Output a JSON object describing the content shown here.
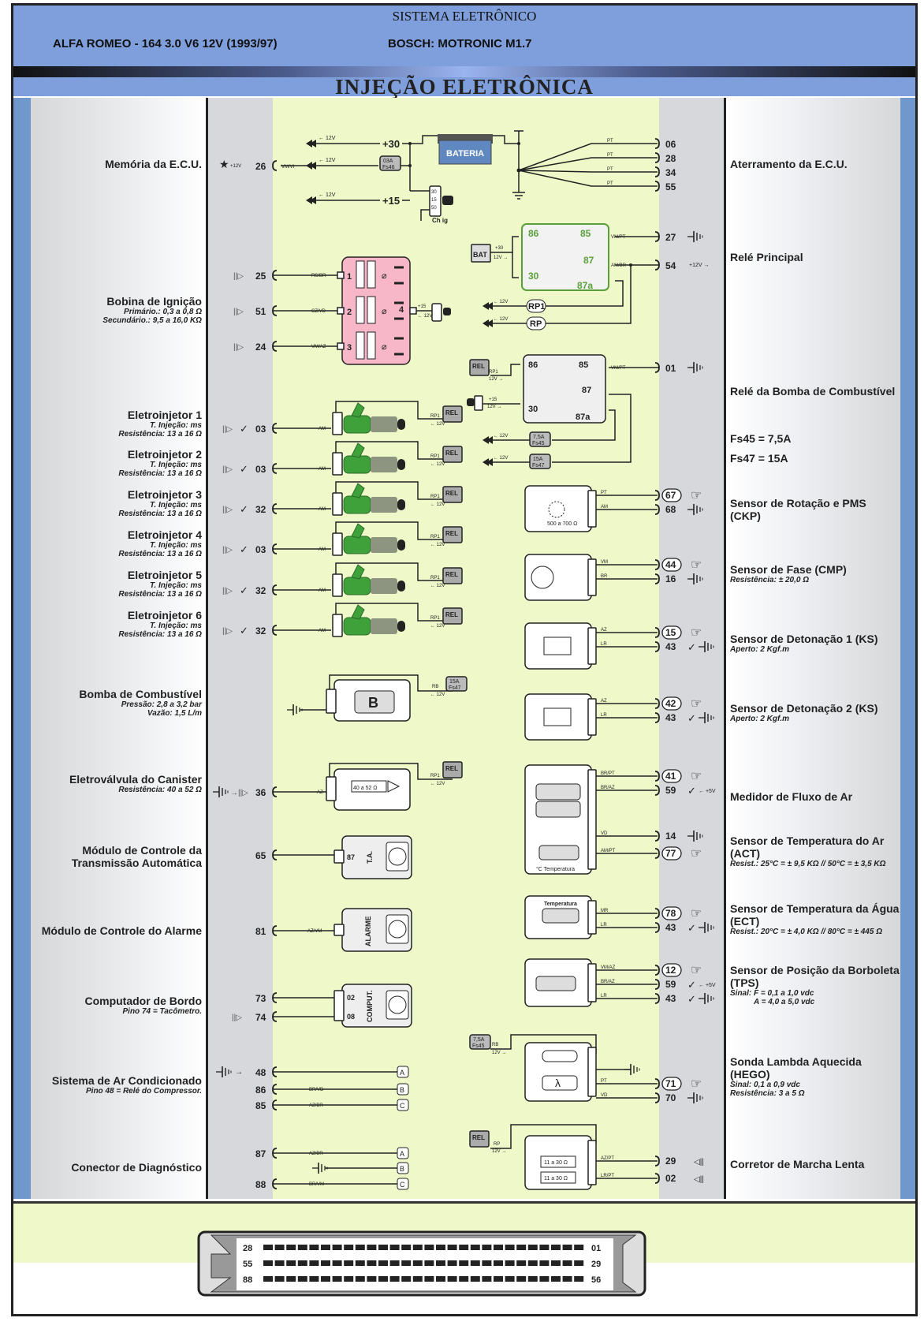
{
  "header": {
    "system": "SISTEMA ELETRÔNICO",
    "vehicle": "ALFA ROMEO - 164 3.0 V6 12V (1993/97)",
    "ecu": "BOSCH: MOTRONIC M1.7",
    "title": "INJEÇÃO ELETRÔNICA"
  },
  "colors": {
    "header_blue": "#7f9fdc",
    "side_strip": "#7198cc",
    "diagram_bg": "#eef8c8",
    "pin_column": "#d7d8dc",
    "coil_pink": "#f7b7c9",
    "relay_green": "#5aa03a",
    "battery_blue": "#5f88c0"
  },
  "left_components": [
    {
      "name": "Memória da E.C.U.",
      "specs": [],
      "pins": [
        {
          "num": "26",
          "wire": "VM/VI",
          "symbol": "★ +12V"
        }
      ]
    },
    {
      "name": "Bobina de Ignição",
      "specs": [
        "Primário.: 0,3 a 0,8 Ω",
        "Secundário.: 9,5 a 16,0 KΩ"
      ],
      "pins": [
        {
          "num": "25",
          "wire": "RS/BR",
          "symbol": "||▷"
        },
        {
          "num": "51",
          "wire": "CZ/VD",
          "symbol": "||▷"
        },
        {
          "num": "24",
          "wire": "VM/AZ",
          "symbol": "||▷"
        }
      ]
    },
    {
      "name": "Eletroinjetor 1",
      "specs": [
        "T. Injeção: ms",
        "Resistência: 13 a 16 Ω"
      ],
      "pins": [
        {
          "num": "03",
          "wire": "AM",
          "symbol": "||▷ ✓"
        }
      ]
    },
    {
      "name": "Eletroinjetor 2",
      "specs": [
        "T. Injeção: ms",
        "Resistência: 13 a 16 Ω"
      ],
      "pins": [
        {
          "num": "03",
          "wire": "AM",
          "symbol": "||▷ ✓"
        }
      ]
    },
    {
      "name": "Eletroinjetor 3",
      "specs": [
        "T. Injeção: ms",
        "Resistência: 13 a 16 Ω"
      ],
      "pins": [
        {
          "num": "32",
          "wire": "AM",
          "symbol": "||▷ ✓"
        }
      ]
    },
    {
      "name": "Eletroinjetor 4",
      "specs": [
        "T. Injeção: ms",
        "Resistência: 13 a 16 Ω"
      ],
      "pins": [
        {
          "num": "03",
          "wire": "AM",
          "symbol": "||▷ ✓"
        }
      ]
    },
    {
      "name": "Eletroinjetor 5",
      "specs": [
        "T. Injeção: ms",
        "Resistência: 13 a 16 Ω"
      ],
      "pins": [
        {
          "num": "32",
          "wire": "AM",
          "symbol": "||▷ ✓"
        }
      ]
    },
    {
      "name": "Eletroinjetor 6",
      "specs": [
        "T. Injeção: ms",
        "Resistência: 13 a 16 Ω"
      ],
      "pins": [
        {
          "num": "32",
          "wire": "AM",
          "symbol": "||▷ ✓"
        }
      ]
    },
    {
      "name": "Bomba de Combustível",
      "specs": [
        "Pressão: 2,8 a 3,2 bar",
        "Vazão: 1,5 L/m"
      ],
      "pins": []
    },
    {
      "name": "Eletroválvula do Canister",
      "specs": [
        "Resistência: 40 a 52 Ω"
      ],
      "pins": [
        {
          "num": "36",
          "wire": "AZ",
          "symbol": "⏚→||▷"
        }
      ]
    },
    {
      "name": "Módulo de Controle da Transmissão Automática",
      "specs": [],
      "pins": [
        {
          "num": "65",
          "wire": "",
          "symbol": ""
        }
      ]
    },
    {
      "name": "Módulo de Controle do Alarme",
      "specs": [],
      "pins": [
        {
          "num": "81",
          "wire": "AZ/VM",
          "symbol": ""
        }
      ]
    },
    {
      "name": "Computador de Bordo",
      "specs": [
        "Pino 74 = Tacômetro."
      ],
      "pins": [
        {
          "num": "73",
          "wire": "",
          "symbol": ""
        },
        {
          "num": "74",
          "wire": "",
          "symbol": "||▷"
        }
      ]
    },
    {
      "name": "Sistema de Ar Condicionado",
      "specs": [
        "Pino 48 = Relé do Compressor."
      ],
      "pins": [
        {
          "num": "48",
          "wire": "",
          "symbol": "⏚→"
        },
        {
          "num": "86",
          "wire": "BR/VD",
          "symbol": ""
        },
        {
          "num": "85",
          "wire": "AZ/BR",
          "symbol": ""
        }
      ]
    },
    {
      "name": "Conector de Diagnóstico",
      "specs": [],
      "pins": [
        {
          "num": "87",
          "wire": "AZ/BR",
          "symbol": ""
        },
        {
          "num": "88",
          "wire": "BR/VM",
          "symbol": ""
        }
      ]
    }
  ],
  "right_components": [
    {
      "name": "Aterramento da E.C.U.",
      "specs": [],
      "pins": [
        {
          "num": "06",
          "wire": "PT"
        },
        {
          "num": "28",
          "wire": "PT"
        },
        {
          "num": "34",
          "wire": "PT"
        },
        {
          "num": "55",
          "wire": "PT"
        }
      ]
    },
    {
      "name": "Relé Principal",
      "specs": [],
      "pins": [
        {
          "num": "27",
          "wire": "VM/PT",
          "symbol": "ground"
        },
        {
          "num": "54",
          "wire": "AM/BR",
          "symbol": "+12V →"
        }
      ]
    },
    {
      "name": "Relé da Bomba de Combustível",
      "specs": [],
      "pins": [
        {
          "num": "01",
          "wire": "VM/PT",
          "symbol": "ground"
        }
      ]
    },
    {
      "name": "Fs45 = 7,5A",
      "specs": [],
      "pins": []
    },
    {
      "name": "Fs47 = 15A",
      "specs": [],
      "pins": []
    },
    {
      "name": "Sensor de Rotação e PMS (CKP)",
      "specs": [],
      "pins": [
        {
          "num": "67",
          "wire": "PT",
          "symbol": "scope"
        },
        {
          "num": "68",
          "wire": "AM",
          "symbol": "ground"
        }
      ],
      "resistance": "500 a 700 Ω"
    },
    {
      "name": "Sensor de Fase (CMP)",
      "specs": [
        "Resistência: ± 20,0 Ω"
      ],
      "pins": [
        {
          "num": "44",
          "wire": "VM",
          "symbol": "scope"
        },
        {
          "num": "16",
          "wire": "BR",
          "symbol": "ground"
        }
      ]
    },
    {
      "name": "Sensor de Detonação 1 (KS)",
      "specs": [
        "Aperto: 2 Kgf.m"
      ],
      "pins": [
        {
          "num": "15",
          "wire": "AZ",
          "symbol": "scope"
        },
        {
          "num": "43",
          "wire": "LR",
          "symbol": "✓ ground"
        }
      ]
    },
    {
      "name": "Sensor de Detonação 2 (KS)",
      "specs": [
        "Aperto: 2 Kgf.m"
      ],
      "pins": [
        {
          "num": "42",
          "wire": "AZ",
          "symbol": "scope"
        },
        {
          "num": "43",
          "wire": "LR",
          "symbol": "✓ ground"
        }
      ]
    },
    {
      "name": "Medidor de Fluxo de Ar",
      "specs": [],
      "pins": [
        {
          "num": "41",
          "wire": "BR/PT",
          "symbol": "scope"
        },
        {
          "num": "59",
          "wire": "BR/AZ",
          "symbol": "✓ ← +5V"
        }
      ]
    },
    {
      "name": "Sensor de Temperatura do Ar (ACT)",
      "specs": [
        "Resist.: 25°C = ± 9,5 KΩ // 50°C = ± 3,5 KΩ"
      ],
      "pins": [
        {
          "num": "14",
          "wire": "VD",
          "symbol": "ground"
        },
        {
          "num": "77",
          "wire": "AM/PT",
          "symbol": "scope"
        }
      ]
    },
    {
      "name": "Sensor de Temperatura da Água (ECT)",
      "specs": [
        "Resist.: 20°C = ± 4,0 KΩ // 80°C = ± 445 Ω"
      ],
      "pins": [
        {
          "num": "78",
          "wire": "MR",
          "symbol": "scope"
        },
        {
          "num": "43",
          "wire": "LR",
          "symbol": "✓ ground"
        }
      ]
    },
    {
      "name": "Sensor de Posição da Borboleta (TPS)",
      "specs": [
        "Sinal: F = 0,1 a 1,0 vdc",
        "A = 4,0 a 5,0 vdc"
      ],
      "pins": [
        {
          "num": "12",
          "wire": "VM/AZ",
          "symbol": "scope"
        },
        {
          "num": "59",
          "wire": "BR/AZ",
          "symbol": "✓ ← +5V"
        },
        {
          "num": "43",
          "wire": "LR",
          "symbol": "✓ ground"
        }
      ]
    },
    {
      "name": "Sonda Lambda Aquecida (HEGO)",
      "specs": [
        "Sinal: 0,1 a 0,9 vdc",
        "Resistência: 3 a 5 Ω"
      ],
      "pins": [
        {
          "num": "71",
          "wire": "PT",
          "symbol": "scope"
        },
        {
          "num": "70",
          "wire": "VD",
          "symbol": "ground"
        }
      ]
    },
    {
      "name": "Corretor de Marcha Lenta",
      "specs": [],
      "pins": [
        {
          "num": "29",
          "wire": "AZ/PT",
          "symbol": "◁||"
        },
        {
          "num": "02",
          "wire": "LR/PT",
          "symbol": "◁||"
        }
      ],
      "resistance": "11 a 30 Ω"
    }
  ],
  "power": {
    "battery_label": "BATERIA",
    "plus30": "+30",
    "plus15": "+15",
    "v12": "← 12V",
    "fuse_fs46": {
      "amp": "03A",
      "name": "Fs46"
    },
    "ignition_switch": {
      "label": "Ch ig",
      "terminals": [
        "30",
        "15",
        "50"
      ]
    }
  },
  "relays": {
    "main": {
      "terminals": [
        "86",
        "85",
        "87",
        "30",
        "87a"
      ],
      "bat_label": "BAT",
      "feed": "+30 12V →",
      "outputs": [
        "RP1",
        "RP"
      ]
    },
    "fuel_pump": {
      "terminals": [
        "86",
        "85",
        "87",
        "30",
        "87a"
      ],
      "rel_label": "REL",
      "feed_rp1": "RP1 12V →",
      "feed_15": "+15 12V →",
      "fuses": [
        {
          "amp": "7,5A",
          "name": "Fs45"
        },
        {
          "amp": "15A",
          "name": "Fs47"
        }
      ]
    }
  },
  "center_labels": {
    "rel": "REL",
    "rp1": "RP1",
    "rb": "RB",
    "rp": "RP",
    "v12_in": "← 12V",
    "pump_letter": "B",
    "canister_res": "40 a 52 Ω",
    "ta_module": "T.A.",
    "ta_pin": "87",
    "alarm_module": "ALARME",
    "comput_module": "COMPUT.",
    "comput_pins": [
      "02",
      "08"
    ],
    "abc": [
      "A",
      "B",
      "C"
    ],
    "temperatura": "Temperatura",
    "lambda": "λ",
    "idle_res": "11 a 30 Ω"
  },
  "ecu_connector": {
    "rows": [
      {
        "left": "28",
        "right": "01"
      },
      {
        "left": "55",
        "right": "29"
      },
      {
        "left": "88",
        "right": "56"
      }
    ]
  }
}
